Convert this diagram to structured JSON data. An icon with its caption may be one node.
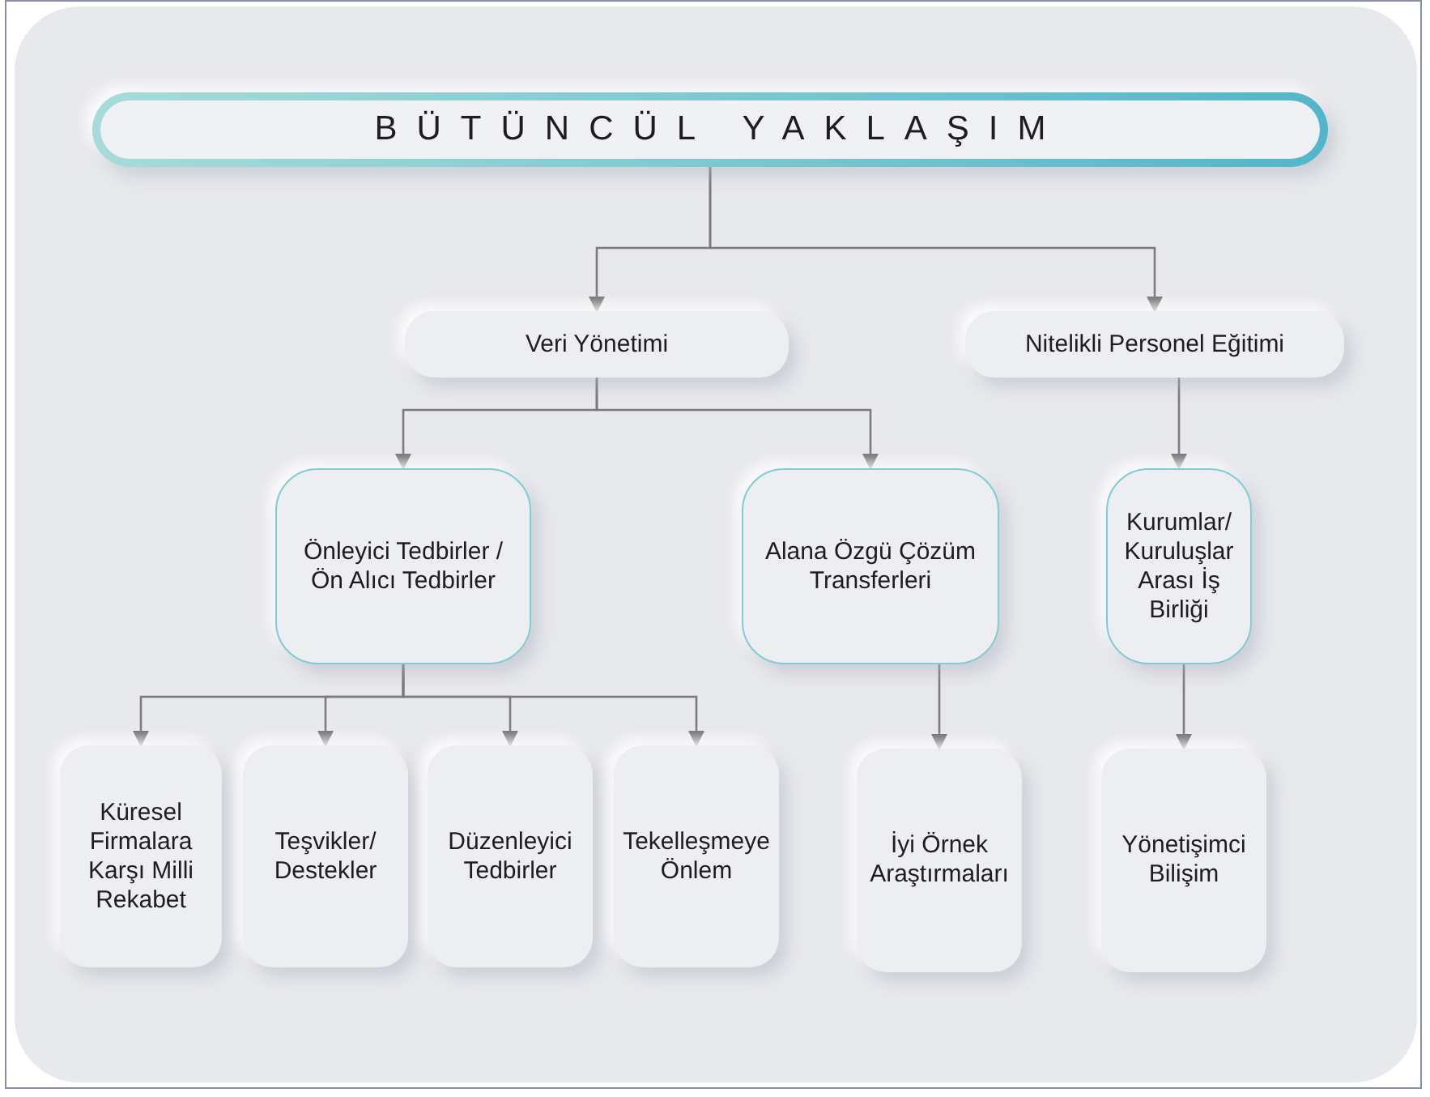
{
  "diagram": {
    "nodes": [
      {
        "text": [
          "BÜTÜNCÜL YAKLAŞIM"
        ]
      },
      {
        "text": [
          "Veri Yönetimi"
        ]
      },
      {
        "text": [
          "Nitelikli Personel Eğitimi"
        ]
      },
      {
        "text": [
          "Önleyici Tedbirler / Ön Alıcı Tedbirler"
        ]
      },
      {
        "text": [
          "Alana Özgü Çözüm Transferleri"
        ]
      },
      {
        "text": [
          "Kurumlar/ Kuruluşlar Arası İş Birliği"
        ]
      },
      {
        "text": [
          "Küresel Firmalara Karşı Milli Rekabet"
        ]
      },
      {
        "text": [
          "Teşvikler/ Destekler"
        ]
      },
      {
        "text": [
          "Düzenleyici Tedbirler"
        ]
      },
      {
        "text": [
          "Tekelleşmeye Önlem"
        ]
      },
      {
        "text": [
          "İyi Örnek Araştırmaları"
        ]
      },
      {
        "text": [
          "Yönetişimci Bilişim"
        ]
      }
    ],
    "edges": [
      {
        "from": 0,
        "to": 1,
        "arrow": "to"
      },
      {
        "from": 0,
        "to": 2,
        "arrow": "to"
      },
      {
        "from": 1,
        "to": 3,
        "arrow": "to"
      },
      {
        "from": 1,
        "to": 4,
        "arrow": "to"
      },
      {
        "from": 2,
        "to": 5,
        "arrow": "to"
      },
      {
        "from": 3,
        "to": 6,
        "arrow": "to"
      },
      {
        "from": 3,
        "to": 7,
        "arrow": "to"
      },
      {
        "from": 3,
        "to": 8,
        "arrow": "to"
      },
      {
        "from": 3,
        "to": 9,
        "arrow": "to"
      },
      {
        "from": 4,
        "to": 10,
        "arrow": "to"
      },
      {
        "from": 5,
        "to": 11,
        "arrow": "to"
      }
    ]
  }
}
